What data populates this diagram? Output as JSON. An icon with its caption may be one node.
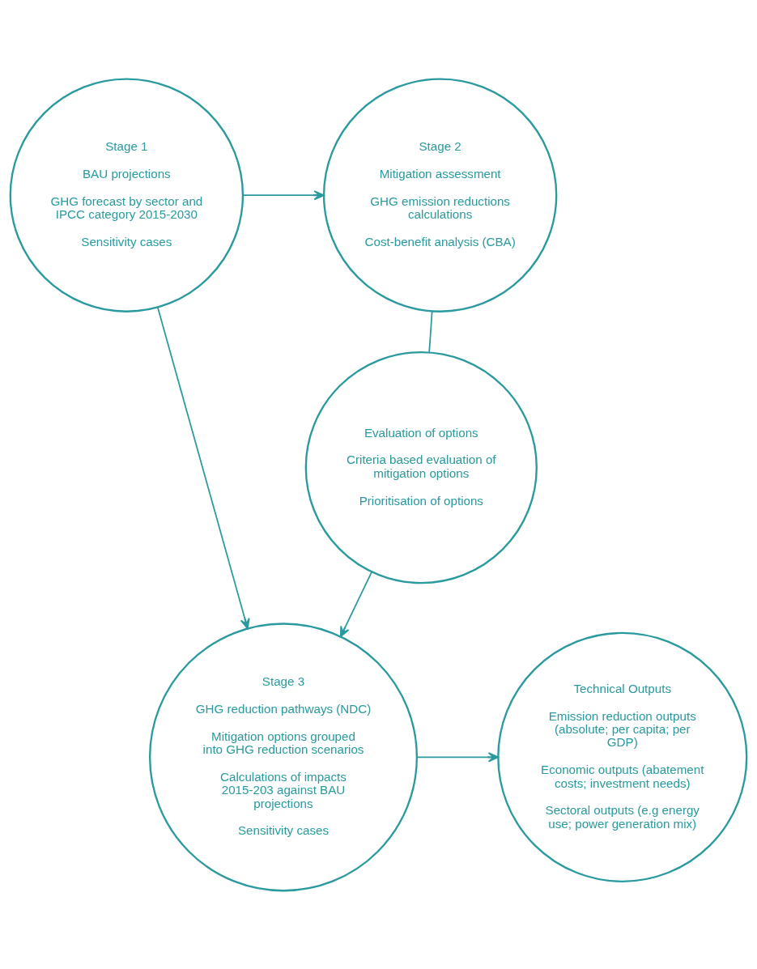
{
  "diagram": {
    "nodes": [
      {
        "text": [
          "Stage 1",
          "BAU projections",
          "GHG forecast by sector and IPCC category 2015-2030",
          "Sensitivity cases"
        ]
      },
      {
        "text": [
          "Stage 2",
          "Mitigation assessment",
          "GHG emission reductions calculations",
          "Cost-benefit analysis (CBA)"
        ]
      },
      {
        "text": [
          "Evaluation of options",
          "Criteria based evaluation of mitigation options",
          "Prioritisation of options"
        ]
      },
      {
        "text": [
          "Stage 3",
          "GHG reduction pathways (NDC)",
          "Mitigation options grouped into GHG reduction scenarios",
          "Calculations of impacts 2015-203 against BAU projections",
          "Sensitivity cases"
        ]
      },
      {
        "text": [
          "Technical Outputs",
          "Emission reduction outputs (absolute; per capita; per GDP)",
          "Economic outputs (abatement costs; investment needs)",
          "Sectoral outputs (e.g energy use; power generation mix)"
        ]
      }
    ],
    "edges": [
      {
        "from": 0,
        "to": 1,
        "arrow": "to"
      },
      {
        "from": 1,
        "to": 2,
        "arrow": "none"
      },
      {
        "from": 2,
        "to": 3,
        "arrow": "to"
      },
      {
        "from": 0,
        "to": 3,
        "arrow": "to"
      },
      {
        "from": 3,
        "to": 4,
        "arrow": "to"
      }
    ]
  }
}
